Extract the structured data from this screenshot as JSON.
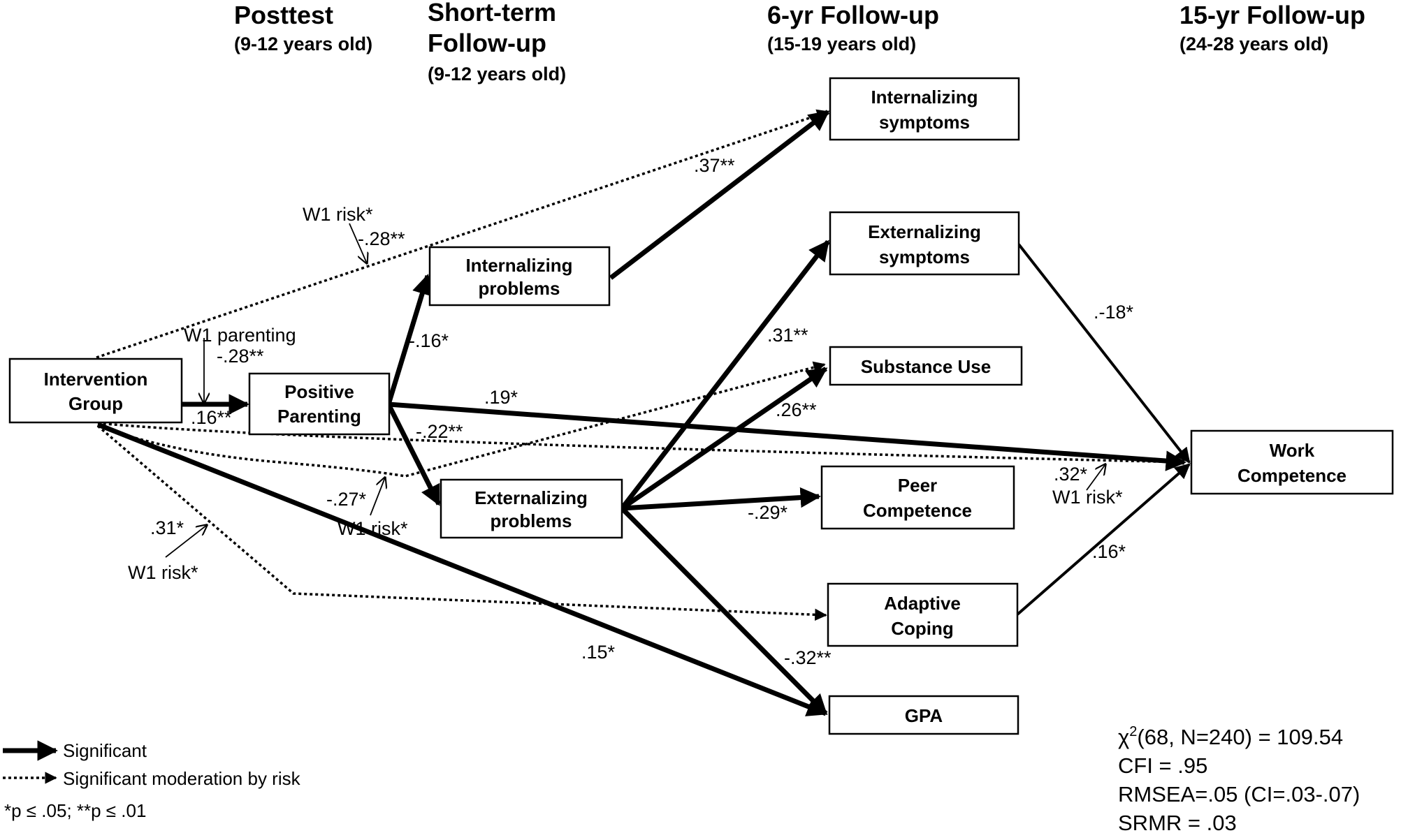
{
  "headers": {
    "posttest": {
      "title": "Posttest",
      "sub": "(9-12 years old)"
    },
    "short_term": {
      "title_line1": "Short-term",
      "title_line2": "Follow-up",
      "sub": "(9-12 years old)"
    },
    "six_yr": {
      "title": "6-yr Follow-up",
      "sub": "(15-19 years old)"
    },
    "fifteen_yr": {
      "title": "15-yr Follow-up",
      "sub": "(24-28 years old)"
    }
  },
  "nodes": {
    "intervention_group": [
      "Intervention",
      "Group"
    ],
    "positive_parenting": [
      "Positive",
      "Parenting"
    ],
    "internalizing_problems": [
      "Internalizing",
      "problems"
    ],
    "externalizing_problems": [
      "Externalizing",
      "problems"
    ],
    "internalizing_symptoms": [
      "Internalizing",
      "symptoms"
    ],
    "externalizing_symptoms": [
      "Externalizing",
      "symptoms"
    ],
    "substance_use": [
      "Substance Use"
    ],
    "peer_competence": [
      "Peer",
      "Competence"
    ],
    "adaptive_coping": [
      "Adaptive",
      "Coping"
    ],
    "gpa": [
      "GPA"
    ],
    "work_competence": [
      "Work",
      "Competence"
    ]
  },
  "coefficients": {
    "ig_pp": ".16**",
    "ig_pp_mod_coef": "-.28**",
    "ig_pp_mod_label": "W1 parenting",
    "ig_is_coef": "-.28**",
    "ig_is_mod_label": "W1 risk*",
    "pp_ip": "-.16*",
    "pp_ep": "-.22**",
    "pp_wc": ".19*",
    "ip_is": ".37**",
    "ep_es": ".31**",
    "ep_su": ".26**",
    "ep_pc": "-.29*",
    "ep_gpa": "-.32**",
    "ig_su_coef": "-.27*",
    "ig_su_mod_label": "W1 risk*",
    "ig_ac_coef": ".31*",
    "ig_ac_mod_label": "W1 risk*",
    "ig_gpa": ".15*",
    "es_wc": ".-18*",
    "ac_wc": ".16*",
    "ig_wc_coef": ".32*",
    "ig_wc_mod_label": "W1 risk*"
  },
  "legend": {
    "significant": "Significant",
    "moderation": "Significant moderation by risk",
    "pvalues": "*p ≤ .05; **p ≤ .01"
  },
  "fit": {
    "chi_prefix": "χ",
    "chi_sup": "2",
    "chi_rest": "(68, N=240) = 109.54",
    "cfi": "CFI = .95",
    "rmsea": "RMSEA=.05 (CI=.03-.07)",
    "srmr": "SRMR = .03"
  }
}
